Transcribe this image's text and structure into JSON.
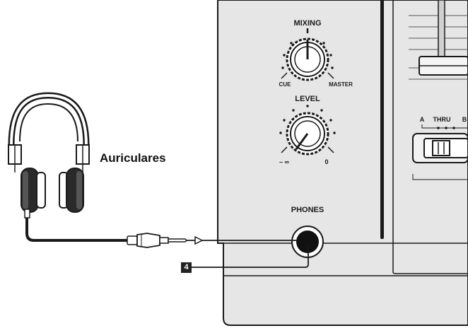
{
  "annotation": {
    "headphones_label": "Auriculares",
    "callout_number": "4"
  },
  "mixer": {
    "mixing_label": "MIXING",
    "mixing_left": "CUE",
    "mixing_right": "MASTER",
    "level_label": "LEVEL",
    "level_min": "– ∞",
    "level_max": "0",
    "phones_label": "PHONES",
    "switch_a": "A",
    "switch_thru": "THRU",
    "switch_b": "B"
  },
  "colors": {
    "panel": "#e6e6e6",
    "outline": "#1a1a1a",
    "jack": "#111111"
  }
}
